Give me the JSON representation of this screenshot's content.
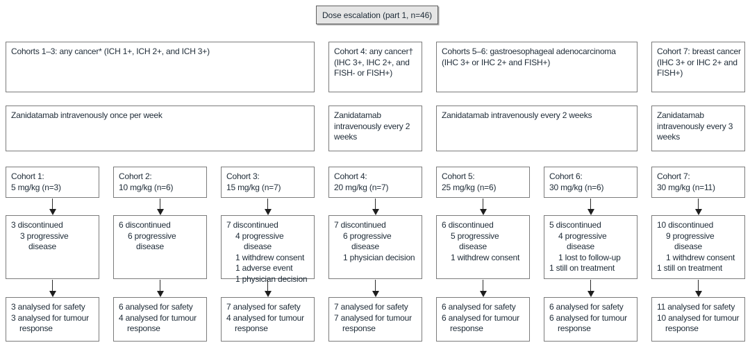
{
  "title": {
    "label": "Dose escalation (part 1, n=46)"
  },
  "eligibility": [
    {
      "text": "Cohorts 1–3: any cancer* (ICH 1+, ICH 2+, and ICH 3+)"
    },
    {
      "text": "Cohort 4: any cancer† (IHC 3+, IHC 2+, and FISH- or FISH+)"
    },
    {
      "text": "Cohorts 5–6: gastroesophageal adenocarcinoma (IHC 3+ or IHC 2+ and FISH+)"
    },
    {
      "text": "Cohort 7: breast cancer (IHC 3+ or IHC 2+ and FISH+)"
    }
  ],
  "treatment": [
    {
      "text": "Zanidatamab intravenously once per week"
    },
    {
      "text": "Zanidatamab intravenously every 2 weeks"
    },
    {
      "text": "Zanidatamab intravenously every 2 weeks"
    },
    {
      "text": "Zanidatamab intravenously every 3 weeks"
    }
  ],
  "cohorts": [
    {
      "name": "Cohort 1:",
      "dose": "5 mg/kg (n=3)"
    },
    {
      "name": "Cohort 2:",
      "dose": "10 mg/kg (n=6)"
    },
    {
      "name": "Cohort 3:",
      "dose": "15 mg/kg (n=7)"
    },
    {
      "name": "Cohort 4:",
      "dose": "20 mg/kg (n=7)"
    },
    {
      "name": "Cohort 5:",
      "dose": "25 mg/kg (n=6)"
    },
    {
      "name": "Cohort 6:",
      "dose": "30 mg/kg (n=6)"
    },
    {
      "name": "Cohort 7:",
      "dose": "30 mg/kg (n=11)"
    }
  ],
  "discontinued": [
    {
      "lines": [
        {
          "t": "3 discontinued"
        },
        {
          "t": "3 progressive disease"
        }
      ]
    },
    {
      "lines": [
        {
          "t": "6 discontinued"
        },
        {
          "t": "6 progressive disease"
        }
      ]
    },
    {
      "lines": [
        {
          "t": "7 discontinued"
        },
        {
          "t": "4 progressive disease"
        },
        {
          "t": "1 withdrew consent"
        },
        {
          "t": "1 adverse event"
        },
        {
          "t": "1 physician decision"
        }
      ]
    },
    {
      "lines": [
        {
          "t": "7 discontinued"
        },
        {
          "t": "6 progressive disease"
        },
        {
          "t": "1 physician decision"
        }
      ]
    },
    {
      "lines": [
        {
          "t": "6 discontinued"
        },
        {
          "t": "5 progressive disease"
        },
        {
          "t": "1 withdrew consent"
        }
      ]
    },
    {
      "lines": [
        {
          "t": "5 discontinued"
        },
        {
          "t": "4 progressive disease"
        },
        {
          "t": "1 lost to follow-up"
        },
        {
          "t": "1 still on treatment"
        }
      ]
    },
    {
      "lines": [
        {
          "t": "10 discontinued"
        },
        {
          "t": "9 progressive disease"
        },
        {
          "t": "1 withdrew consent"
        },
        {
          "t": "1 still on treatment"
        }
      ]
    }
  ],
  "analysed": [
    {
      "safety": "3 analysed for safety",
      "tumour": "3 analysed for tumour response"
    },
    {
      "safety": "6 analysed for safety",
      "tumour": "4 analysed for tumour response"
    },
    {
      "safety": "7 analysed for safety",
      "tumour": "4 analysed for tumour response"
    },
    {
      "safety": "7 analysed for safety",
      "tumour": "7 analysed for tumour response"
    },
    {
      "safety": "6 analysed for safety",
      "tumour": "6 analysed for tumour response"
    },
    {
      "safety": "6 analysed for safety",
      "tumour": "6 analysed for tumour response"
    },
    {
      "safety": "11 analysed for safety",
      "tumour": "10 analysed for tumour response"
    }
  ],
  "colors": {
    "box_border": "#7b7b7b",
    "title_fill": "#e5e5e5",
    "title_border": "#5f5f5f",
    "text": "#1d2a36",
    "arrow": "#1e1e1e"
  }
}
